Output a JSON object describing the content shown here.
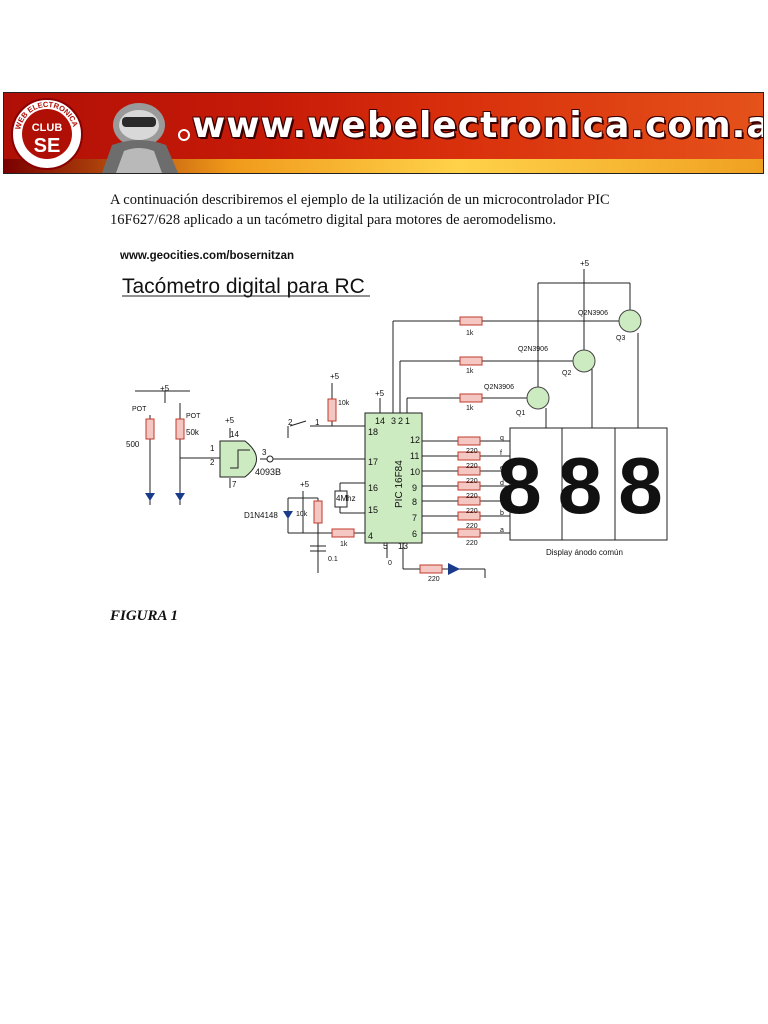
{
  "banner": {
    "logo_lines": [
      "WEB ELECTRONICA",
      "CLUB",
      "SE"
    ],
    "url": "www.webelectronica.com.ar",
    "colors": {
      "red": "#c71b08",
      "yellow": "#ffd24a",
      "text": "#ffffff"
    }
  },
  "intro_text": "A continuación describiremos el ejemplo de la utilización de un microcontrolador PIC 16F627/628 aplicado a un tacómetro digital para motores de aeromodelismo.",
  "schematic": {
    "source": "www.geocities.com/bosernitzan",
    "title": "Tacómetro digital para RC",
    "supply": "+5",
    "transistors": [
      {
        "ref": "Q1",
        "part": "Q2N3906",
        "base_res": "1k"
      },
      {
        "ref": "Q2",
        "part": "Q2N3906",
        "base_res": "1k"
      },
      {
        "ref": "Q3",
        "part": "Q2N3906",
        "base_res": "1k"
      }
    ],
    "pot1": {
      "label": "POT",
      "value": "500"
    },
    "pot2": {
      "label": "POT",
      "value": "50k"
    },
    "gate": {
      "part": "4093B",
      "pins": [
        "14",
        "1",
        "2",
        "3",
        "7"
      ]
    },
    "pull_res": "10k",
    "switch_pins": [
      "2",
      "1"
    ],
    "mcu": {
      "part": "PIC 16F84",
      "left_pins": [
        "18",
        "17",
        "16",
        "15",
        "4"
      ],
      "top_pins": [
        "14",
        "3",
        "2",
        "1"
      ],
      "right_pins": [
        "12",
        "11",
        "10",
        "9",
        "8",
        "7",
        "6"
      ],
      "bottom_pins": [
        "5",
        "13"
      ]
    },
    "crystal": "4Mhz",
    "diode": "D1N4148",
    "reset_res": "10k",
    "reset_series": "1k",
    "cap": "0.1",
    "gnd": "0",
    "seg_res": "220",
    "seg_labels": [
      "g",
      "f",
      "e",
      "d",
      "c",
      "b",
      "a"
    ],
    "led_res": "220",
    "display_digits": "888",
    "display_caption": "Display ánodo común"
  },
  "figure_caption": "FIGURA 1"
}
